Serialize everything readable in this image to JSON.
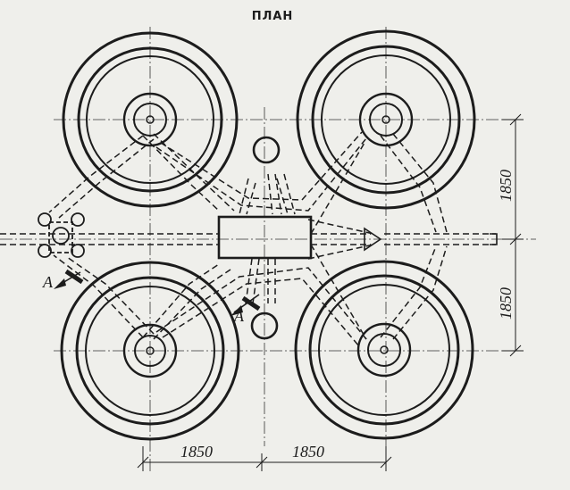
{
  "title": "ПЛАН",
  "dimensions": {
    "vertical_upper": "1850",
    "vertical_lower": "1850",
    "horizontal_left": "1850",
    "horizontal_right": "1850"
  },
  "section_marks": {
    "left": "А",
    "center": "А"
  }
}
